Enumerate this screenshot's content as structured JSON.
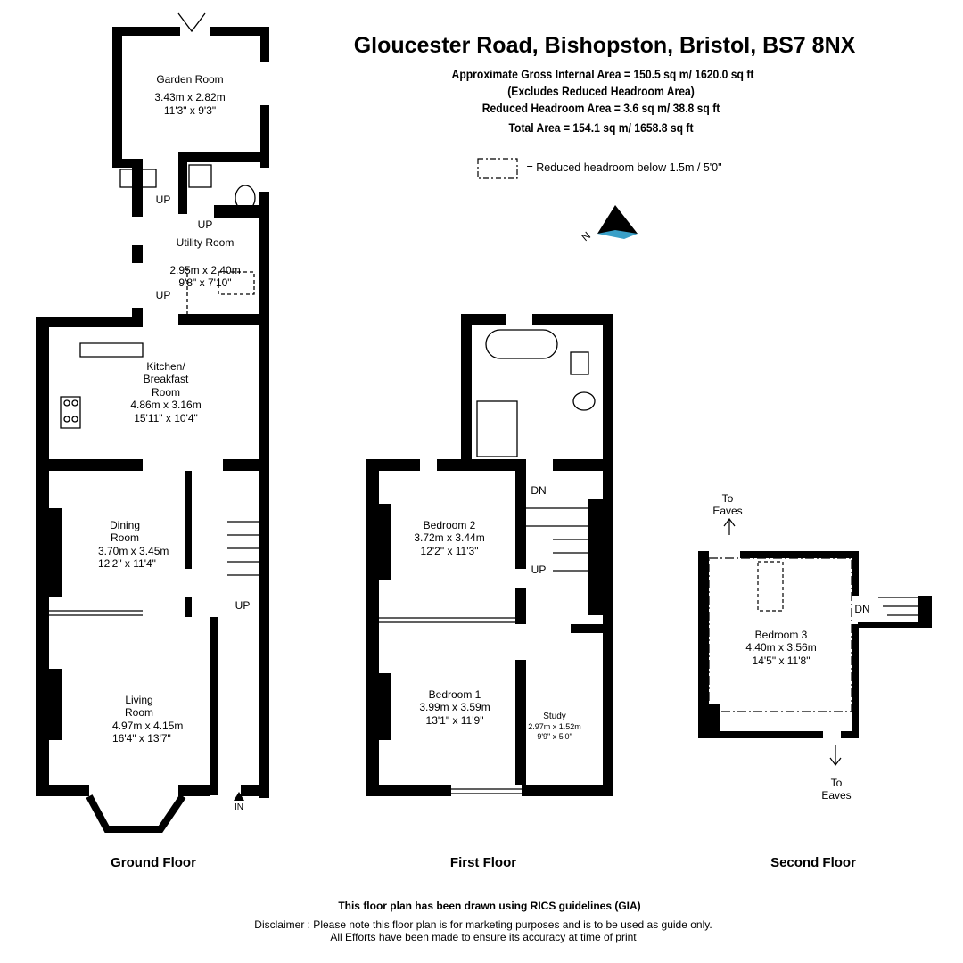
{
  "header": {
    "title": "Gloucester Road, Bishopston, Bristol, BS7 8NX",
    "gross_area": "Approximate Gross Internal Area = 150.5 sq m/ 1620.0 sq ft",
    "excludes": "(Excludes Reduced Headroom Area)",
    "reduced_area": "Reduced Headroom Area = 3.6 sq m/ 38.8 sq ft",
    "total_area": "Total Area = 154.1 sq m/ 1658.8 sq ft",
    "legend": "= Reduced headroom below 1.5m / 5'0\"",
    "compass_label": "N"
  },
  "ground_floor": {
    "label": "Ground Floor",
    "rooms": [
      {
        "name": "Garden Room",
        "metric": "3.43m x 2.82m",
        "imperial": "11'3\" x 9'3\""
      },
      {
        "name": "Utility Room",
        "metric": "2.95m x 2.40m",
        "imperial": "9'8\" x 7'10\""
      },
      {
        "name": "Kitchen/ Breakfast Room",
        "metric": "4.86m x 3.16m",
        "imperial": "15'11\" x 10'4\""
      },
      {
        "name": "Dining Room",
        "metric": "3.70m x 3.45m",
        "imperial": "12'2\" x 11'4\""
      },
      {
        "name": "Living Room",
        "metric": "4.97m x 4.15m",
        "imperial": "16'4\" x 13'7\""
      }
    ],
    "markers": {
      "up1": "UP",
      "up2": "UP",
      "up3": "UP",
      "up4": "UP",
      "entrance": "IN"
    }
  },
  "first_floor": {
    "label": "First Floor",
    "rooms": [
      {
        "name": "Bedroom 2",
        "metric": "3.72m x 3.44m",
        "imperial": "12'2\" x 11'3\""
      },
      {
        "name": "Bedroom 1",
        "metric": "3.99m x 3.59m",
        "imperial": "13'1\" x 11'9\""
      },
      {
        "name": "Study",
        "metric": "2.97m x 1.52m",
        "imperial": "9'9\" x 5'0\""
      }
    ],
    "markers": {
      "down": "DN",
      "up": "UP"
    }
  },
  "second_floor": {
    "label": "Second Floor",
    "rooms": [
      {
        "name": "Bedroom 3",
        "metric": "4.40m x 3.56m",
        "imperial": "14'5\" x 11'8\""
      }
    ],
    "markers": {
      "down": "DN",
      "eaves_top": "To Eaves",
      "eaves_bottom": "To Eaves"
    }
  },
  "footer": {
    "rics": "This floor plan has been drawn using RICS guidelines (GIA)",
    "disclaimer1": "Disclaimer : Please note this floor plan is for marketing purposes and is to be used as guide only.",
    "disclaimer2": "All Efforts have been made to ensure its accuracy at time of print"
  },
  "colors": {
    "wall": "#000000",
    "compass": "#3aa0c8"
  }
}
